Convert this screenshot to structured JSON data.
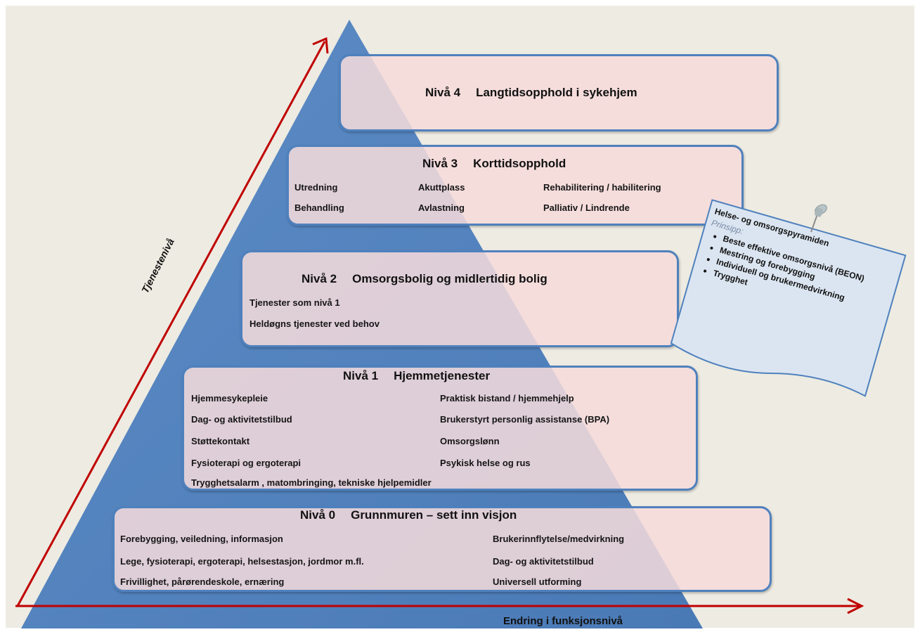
{
  "axes": {
    "y_label": "Tjenestenivå",
    "x_label": "Endring i funksjonsnivå"
  },
  "levels": [
    {
      "number": "Nivå 4",
      "title": "Langtidsopphold i sykehjem",
      "items": []
    },
    {
      "number": "Nivå 3",
      "title": "Korttidsopphold",
      "items": [
        "Utredning",
        "Akuttplass",
        "Rehabilitering / habilitering",
        "Behandling",
        "Avlastning",
        "Palliativ / Lindrende"
      ]
    },
    {
      "number": "Nivå 2",
      "title": "Omsorgsbolig og midlertidig bolig",
      "items": [
        "Tjenester som nivå 1",
        "Heldøgns tjenester ved behov"
      ]
    },
    {
      "number": "Nivå 1",
      "title": "Hjemmetjenester",
      "items": [
        "Hjemmesykepleie",
        "Praktisk bistand / hjemmehjelp",
        "Dag- og aktivitetstilbud",
        "Brukerstyrt personlig assistanse (BPA)",
        "Støttekontakt",
        "Omsorgslønn",
        "Fysioterapi og ergoterapi",
        "Psykisk helse og rus",
        "Trygghetsalarm , matombringing, tekniske hjelpemidler"
      ]
    },
    {
      "number": "Nivå 0",
      "title": "Grunnmuren – sett inn visjon",
      "items": [
        "Forebygging, veiledning, informasjon",
        "Brukerinnflytelse/medvirkning",
        "Lege, fysioterapi, ergoterapi, helsestasjon, jordmor m.fl.",
        "Dag- og aktivitetstilbud",
        "Frivillighet, pårørendeskole, ernæring",
        "Universell utforming"
      ]
    }
  ],
  "note": {
    "title": "Helse- og omsorgspyramiden",
    "subtitle": "Prinsipp:",
    "bullets": [
      "Beste effektive omsorgsnivå (BEON)",
      "Mestring og forebygging",
      "Individuell og brukermedvirkning",
      "Trygghet"
    ]
  },
  "colors": {
    "pyramid": "#4f81bd",
    "box_fill": "#f6dbdb",
    "box_border": "#4f81bd",
    "arrow": "#c00000",
    "background": "#edebe2",
    "note_fill": "#dbe5f1"
  }
}
